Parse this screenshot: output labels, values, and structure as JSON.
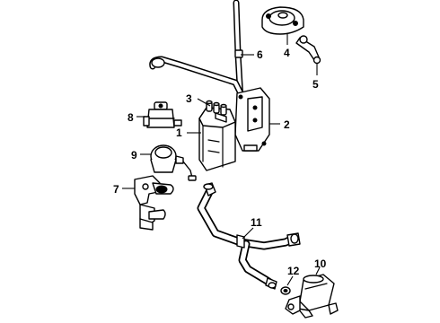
{
  "callouts": [
    {
      "id": "1",
      "label": "1"
    },
    {
      "id": "2",
      "label": "2"
    },
    {
      "id": "3",
      "label": "3"
    },
    {
      "id": "4",
      "label": "4"
    },
    {
      "id": "5",
      "label": "5"
    },
    {
      "id": "6",
      "label": "6"
    },
    {
      "id": "7",
      "label": "7"
    },
    {
      "id": "8",
      "label": "8"
    },
    {
      "id": "9",
      "label": "9"
    },
    {
      "id": "10",
      "label": "10"
    },
    {
      "id": "11",
      "label": "11"
    },
    {
      "id": "12",
      "label": "12"
    }
  ],
  "colors": {
    "line": "#000000",
    "background": "#ffffff"
  }
}
